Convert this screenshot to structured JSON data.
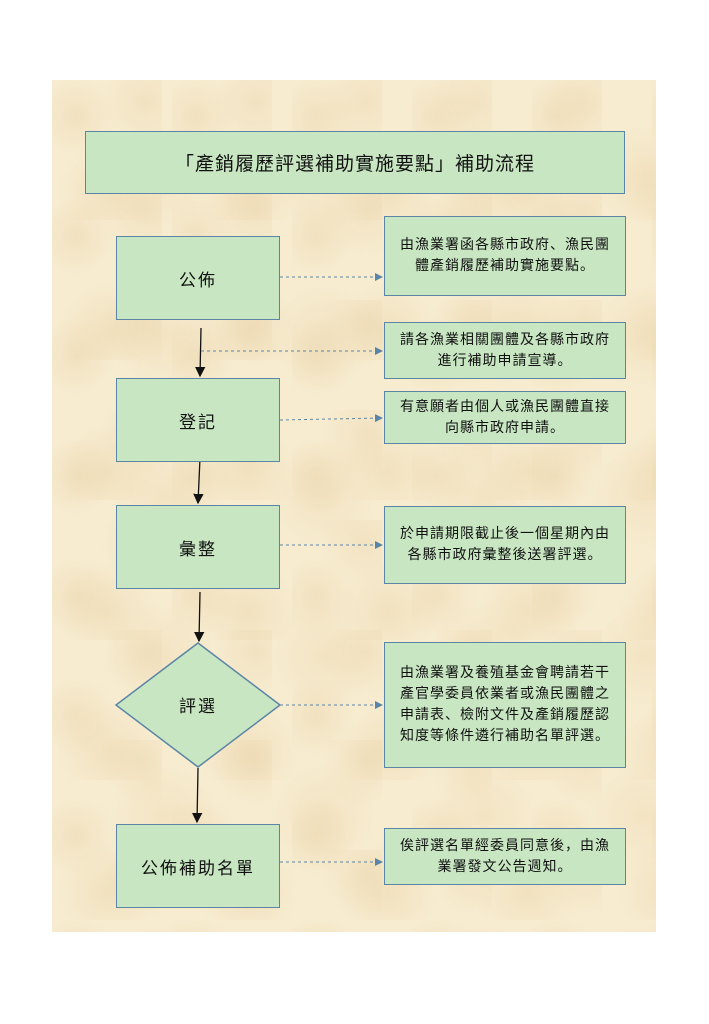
{
  "title": "「產銷履歷評選補助實施要點」補助流程",
  "steps": {
    "announce": "公佈",
    "register": "登記",
    "compile": "彙整",
    "review": "評選",
    "publish": "公佈補助名單"
  },
  "notes": {
    "n1": "由漁業署函各縣市政府、漁民團體產銷履歷補助實施要點。",
    "n2": "請各漁業相關團體及各縣市政府進行補助申請宣導。",
    "n3": "有意願者由個人或漁民團體直接向縣市政府申請。",
    "n4": "於申請期限截止後一個星期內由各縣市政府彙整後送署評選。",
    "n5": "由漁業署及養殖基金會聘請若干產官學委員依業者或漁民團體之申請表、檢附文件及產銷履歷認知度等條件遴行補助名單評選。",
    "n6": "俟評選名單經委員同意後，由漁業署發文公告週知。"
  },
  "colors": {
    "box_fill": "#c8e6c2",
    "box_border": "#5b85a6",
    "paper": "#f7ecd0"
  }
}
